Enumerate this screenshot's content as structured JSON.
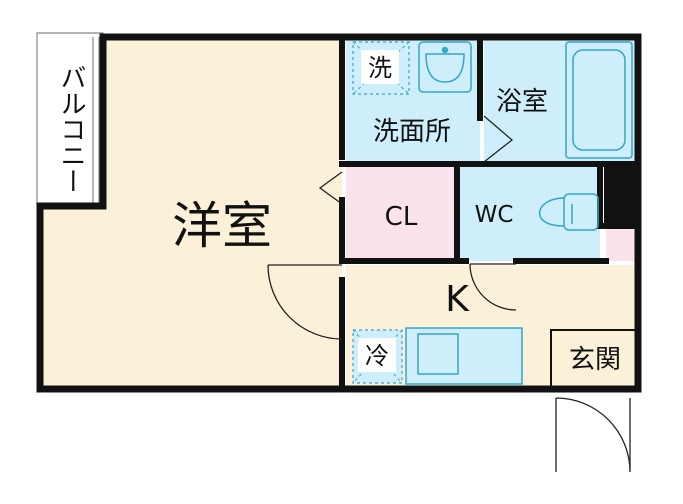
{
  "floorplan": {
    "colors": {
      "wall": "#111111",
      "western_room": "#fbf1d9",
      "balcony": "#ffffff",
      "bath_area": "#cdeefa",
      "closet": "#fbe3ee",
      "kitchen": "#fbf1d9",
      "entrance": "#fbf1d9",
      "fixture_stroke": "#33a6cc"
    },
    "rooms": {
      "western_room": "洋室",
      "balcony": "バルコニー",
      "washroom": "洗面所",
      "bathroom": "浴室",
      "closet": "CL",
      "toilet": "WC",
      "kitchen": "K",
      "entrance": "玄関"
    },
    "fixtures": {
      "washer": "洗",
      "fridge": "冷"
    }
  }
}
